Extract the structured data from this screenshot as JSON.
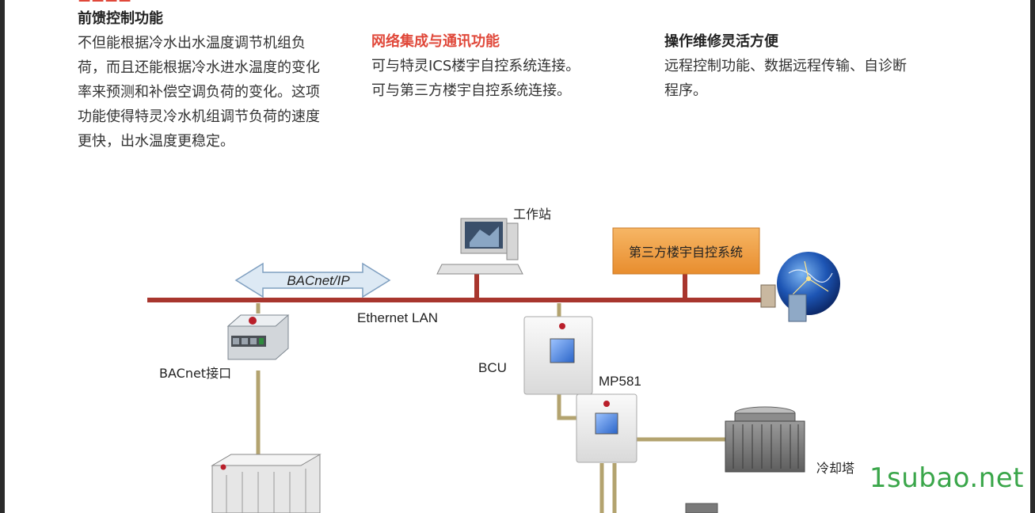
{
  "sections": {
    "feedforward": {
      "title": "前馈控制功能",
      "lines": [
        "不但能根据冷水出水温度调节机组负",
        "荷，而且还能根据冷水进水温度的变化",
        "率来预测和补偿空调负荷的变化。这项",
        "功能使得特灵冷水机组调节负荷的速度",
        "更快，出水温度更稳定。"
      ]
    },
    "network": {
      "title": "网络集成与通讯功能",
      "lines": [
        "可与特灵ICS楼宇自控系统连接。",
        "可与第三方楼宇自控系统连接。"
      ]
    },
    "maintenance": {
      "title": "操作维修灵活方便",
      "lines": [
        "远程控制功能、数据远程传输、自诊断",
        "程序。"
      ]
    }
  },
  "diagram": {
    "workstation": "工作站",
    "third_party": "第三方楼宇自控系统",
    "bacnet_ip": "BACnet/IP",
    "ethernet": "Ethernet LAN",
    "bacnet_interface": "BACnet接口",
    "bcu": "BCU",
    "mp581": "MP581",
    "cooling_tower": "冷却塔"
  },
  "watermark": "1subao.net",
  "colors": {
    "bus": "#a8362e",
    "connector": "#b3a36f",
    "third_party_box": "#f0a04a",
    "arrow_fill": "#dde9f4",
    "arrow_stroke": "#7f9fc0",
    "heading_red": "#e0483a",
    "watermark": "#3aa64a"
  }
}
